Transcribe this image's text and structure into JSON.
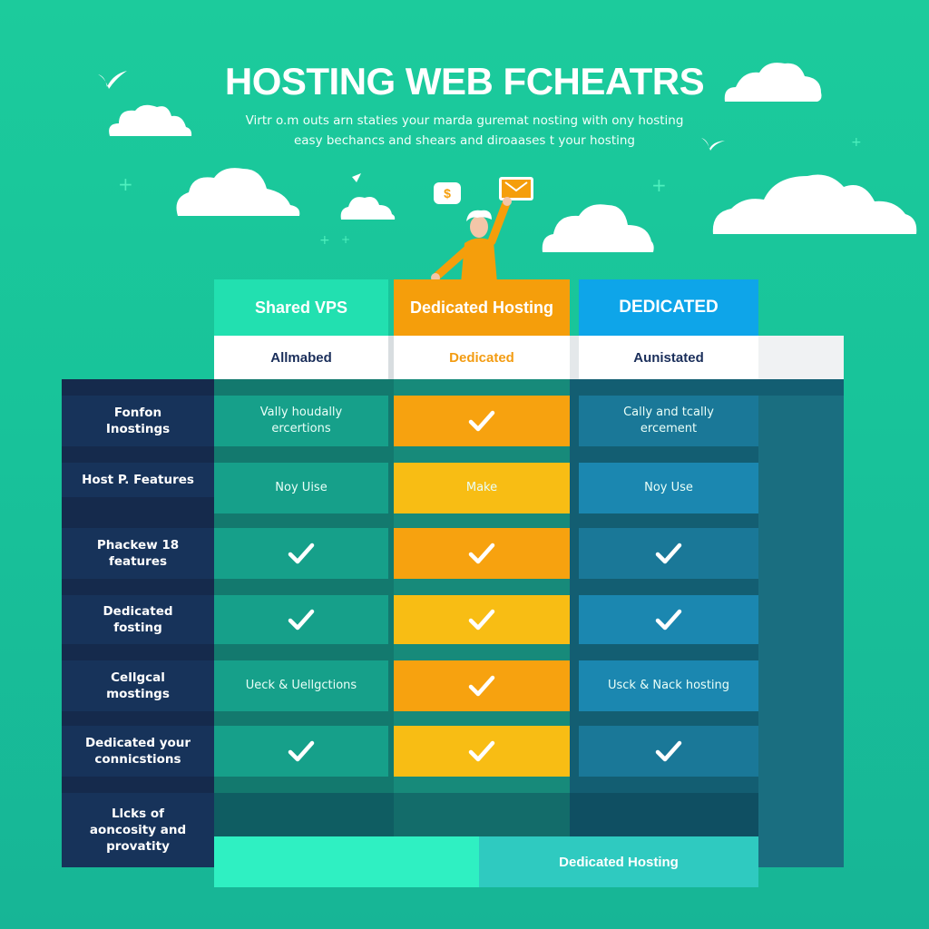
{
  "header": {
    "title": "HOSTING WEB FCHEATRS",
    "subtitle_line1": "Virtr o.m outs arn staties your marda guremat nosting with ony hosting",
    "subtitle_line2": "easy bechancs and shears and diroaases t your hosting"
  },
  "illustration": {
    "speech_bubble_symbol": "$",
    "icon_names": [
      "person-waving-icon",
      "dollar-speech-bubble-icon",
      "envelope-card-icon"
    ]
  },
  "table": {
    "columns": [
      {
        "header": "Shared VPS",
        "subheader": "Allmabed",
        "color": "#22e0b0"
      },
      {
        "header": "Dedicated Hosting",
        "subheader": "Dedicated",
        "color": "#f59e0b"
      },
      {
        "header": "DEDICATED",
        "subheader": "Aunistated",
        "color": "#0ea5e9"
      }
    ],
    "rows": [
      {
        "label": "Fonfon\nInostings",
        "values": [
          "Vally houdally\nercertions",
          "check",
          "Cally and tcally\nercement"
        ]
      },
      {
        "label": "Host P. Features",
        "values": [
          "Noy Uise",
          "Make",
          "Noy Use"
        ]
      },
      {
        "label": "Phackew 18\nfeatures",
        "values": [
          "check",
          "check",
          "check"
        ]
      },
      {
        "label": "Dedicated\nfosting",
        "values": [
          "check",
          "check",
          "check"
        ]
      },
      {
        "label": "Cellgcal\nmostings",
        "values": [
          "Ueck & Uellgctions",
          "check",
          "Usck & Nack hosting"
        ]
      },
      {
        "label": "Dedicated your\nconnicstions",
        "values": [
          "check",
          "check",
          "check"
        ]
      },
      {
        "label": "Llcks of\naoncosity and\nprovatity",
        "values": [
          "",
          "",
          ""
        ]
      }
    ],
    "footer": {
      "right_label": "Dedicated Hosting"
    }
  },
  "colors": {
    "background": "#1ccb9c",
    "label_column": "#16304f",
    "col1_header": "#22e0b0",
    "col2_header": "#f59e0b",
    "col3_header": "#0ea5e9",
    "col1_cell": "#16a08a",
    "col2_cell_orange": "#f7a20f",
    "col2_cell_yellow": "#f8bd14",
    "col3_cell": "#1b7fa3",
    "footer_left": "#2ff0c2",
    "footer_right": "#2fcac0"
  }
}
